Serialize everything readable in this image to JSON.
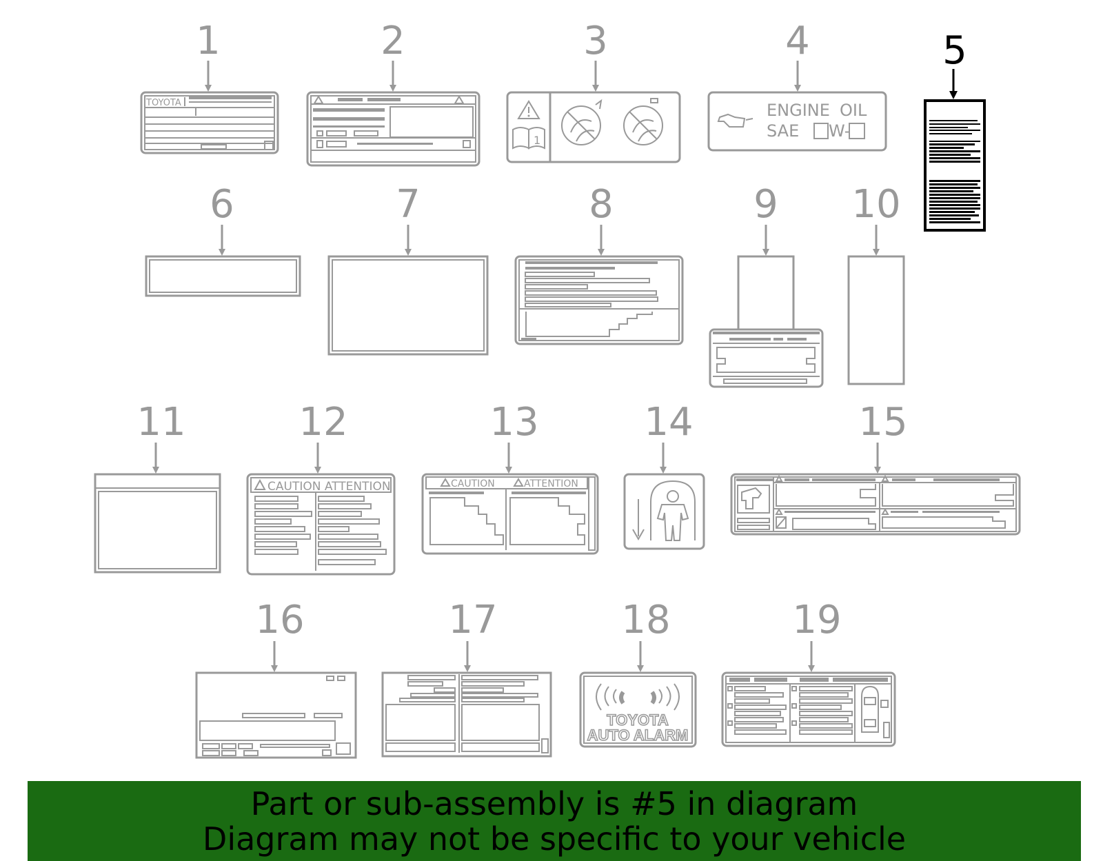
{
  "diagram": {
    "numbers": [
      "1",
      "2",
      "3",
      "4",
      "5",
      "6",
      "7",
      "8",
      "9",
      "10",
      "11",
      "12",
      "13",
      "14",
      "15",
      "16",
      "17",
      "18",
      "19"
    ],
    "highlighted": "5",
    "highlight_color": "#000000",
    "part_color": "#999999",
    "labels": {
      "toyota": "TOYOTA",
      "engine": "ENGINE",
      "oil": "OIL",
      "sae": "SAE",
      "w": "W-",
      "book_num": "1",
      "caution_attention": "CAUTION ATTENTION",
      "caution": "CAUTION",
      "attention": "ATTENTION",
      "alarm_line1": "TOYOTA",
      "alarm_line2": "AUTO ALARM"
    }
  },
  "footer": {
    "line1": "Part or sub-assembly is #5 in diagram",
    "line2": "Diagram may not be specific to your vehicle",
    "background": "#1a6b12"
  }
}
